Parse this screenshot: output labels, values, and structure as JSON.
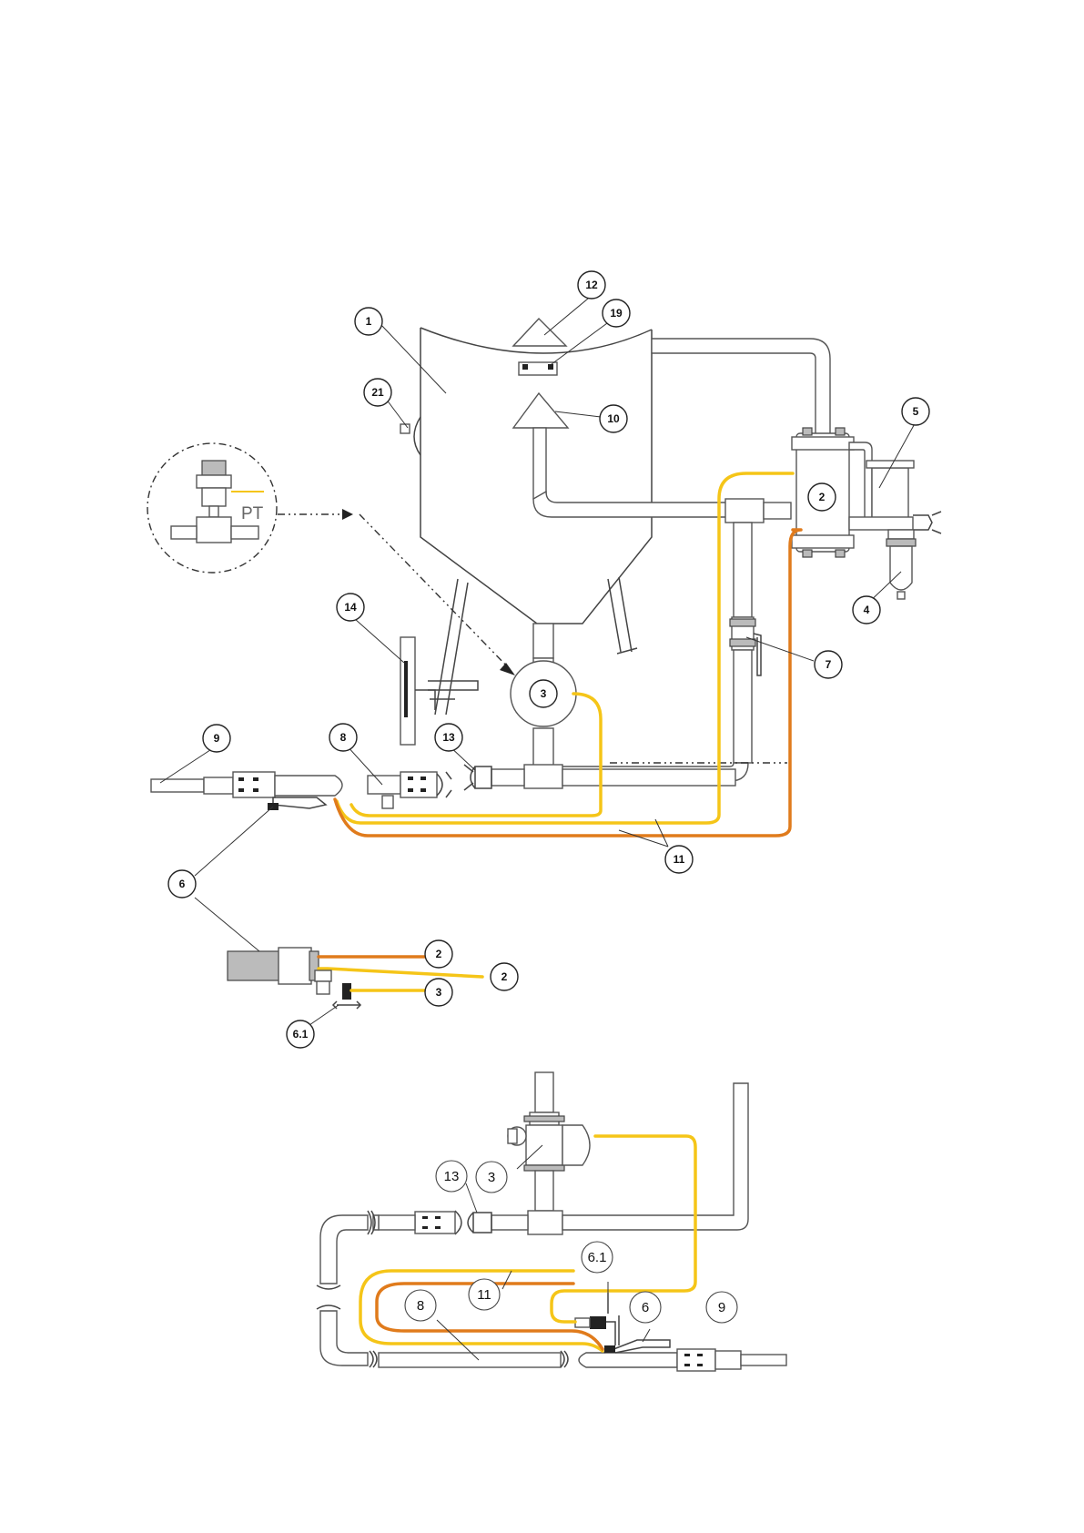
{
  "colors": {
    "air_line": "#f5c518",
    "control_line": "#e07b1c",
    "outline": "#444444"
  },
  "main_callouts": [
    {
      "id": "c1",
      "label": "1"
    },
    {
      "id": "c2",
      "label": "2"
    },
    {
      "id": "c3",
      "label": "3"
    },
    {
      "id": "c4",
      "label": "4"
    },
    {
      "id": "c5",
      "label": "5"
    },
    {
      "id": "c6",
      "label": "6"
    },
    {
      "id": "c61",
      "label": "6.1"
    },
    {
      "id": "c7",
      "label": "7"
    },
    {
      "id": "c8",
      "label": "8"
    },
    {
      "id": "c9",
      "label": "9"
    },
    {
      "id": "c10",
      "label": "10"
    },
    {
      "id": "c11",
      "label": "11"
    },
    {
      "id": "c12",
      "label": "12"
    },
    {
      "id": "c13",
      "label": "13"
    },
    {
      "id": "c14",
      "label": "14"
    },
    {
      "id": "c19",
      "label": "19"
    },
    {
      "id": "c21",
      "label": "21"
    }
  ],
  "hose_callouts": [
    {
      "id": "h2a",
      "label": "2"
    },
    {
      "id": "h2b",
      "label": "2"
    },
    {
      "id": "h3",
      "label": "3"
    }
  ],
  "detail_label": "PT",
  "detail_callouts": [
    {
      "id": "d13",
      "label": "13"
    },
    {
      "id": "d3",
      "label": "3"
    },
    {
      "id": "d61",
      "label": "6.1"
    },
    {
      "id": "d6",
      "label": "6"
    },
    {
      "id": "d9",
      "label": "9"
    },
    {
      "id": "d11",
      "label": "11"
    },
    {
      "id": "d8",
      "label": "8"
    }
  ]
}
